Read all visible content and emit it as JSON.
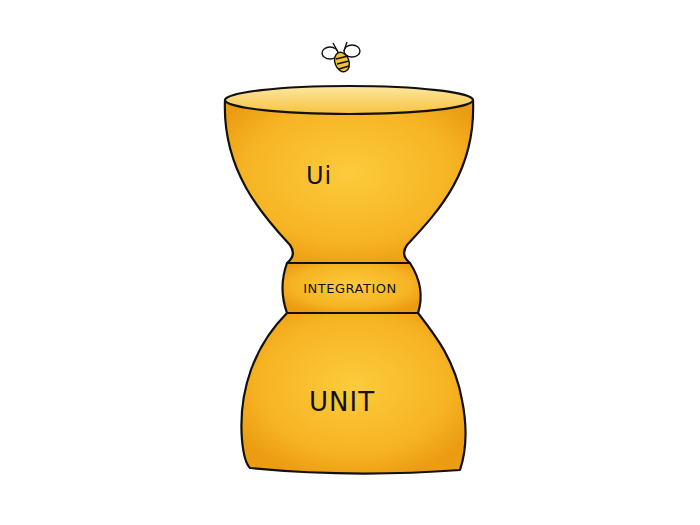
{
  "diagram": {
    "nodes": [
      {
        "text": [
          "Ui"
        ]
      },
      {
        "text": [
          "INTEGRATION"
        ]
      },
      {
        "text": [
          "UNIT"
        ]
      }
    ]
  }
}
